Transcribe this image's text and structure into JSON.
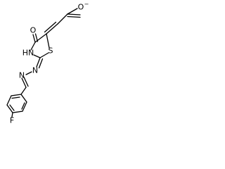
{
  "atoms": {
    "o_top": "O",
    "o_minus": "−",
    "o_carbonyl": "O",
    "nh": "HN",
    "s": "S",
    "n1": "N",
    "n2": "N",
    "f": "F"
  }
}
